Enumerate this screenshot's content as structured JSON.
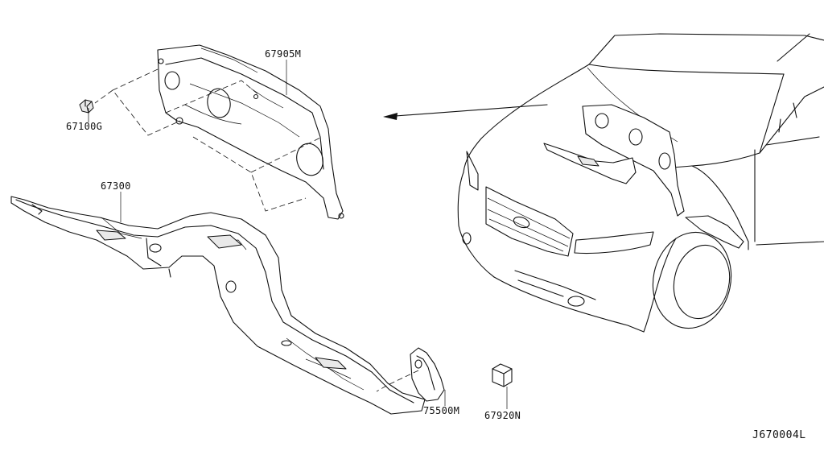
{
  "parts": [
    {
      "id": "dash-insulator",
      "part_number": "67905M"
    },
    {
      "id": "clip",
      "part_number": "67100G"
    },
    {
      "id": "floor-insulator",
      "part_number": "67300"
    },
    {
      "id": "side-insulator",
      "part_number": "75500M"
    },
    {
      "id": "block-insulator",
      "part_number": "67920N"
    }
  ],
  "diagram_code": "J670004L",
  "colors": {
    "line": "#111111",
    "background": "#ffffff"
  }
}
